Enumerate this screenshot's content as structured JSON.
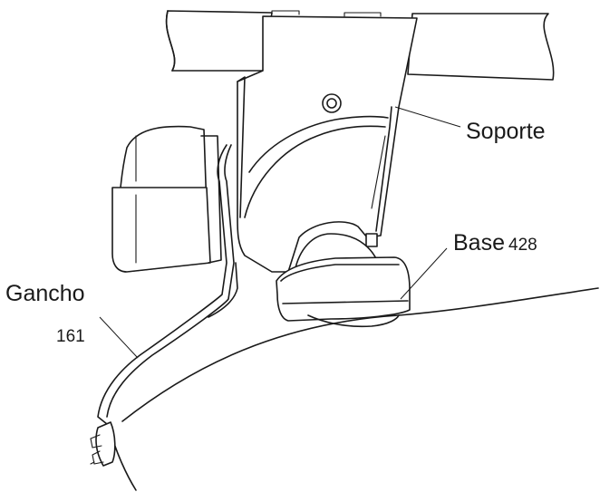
{
  "labels": {
    "soporte": "Soporte",
    "base": "Base",
    "base_number": "428",
    "gancho": "Gancho",
    "gancho_number": "161"
  }
}
